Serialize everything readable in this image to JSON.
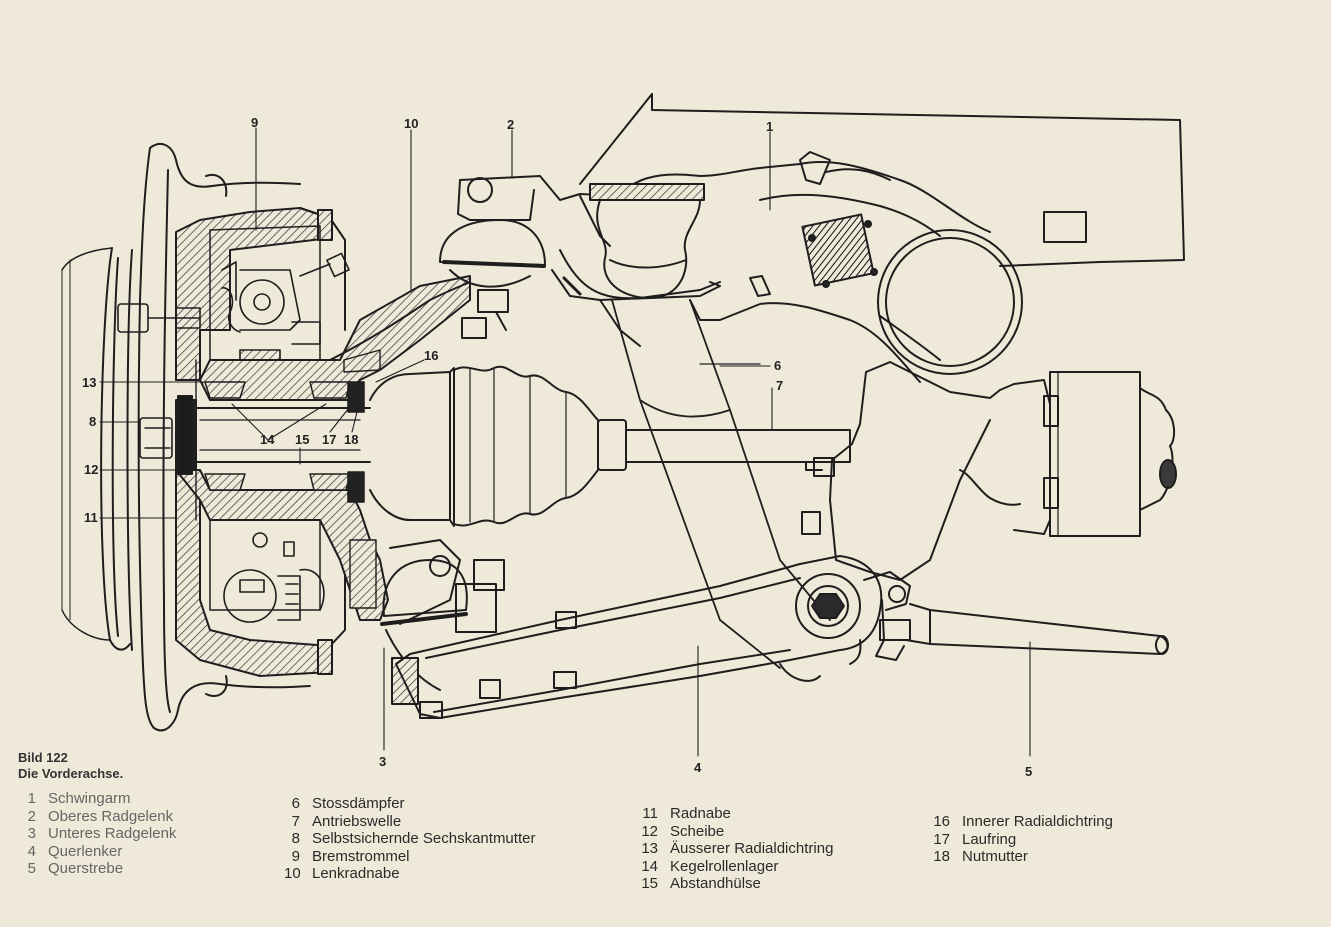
{
  "diagram": {
    "callouts": [
      {
        "id": "9",
        "label": "9"
      },
      {
        "id": "10",
        "label": "10"
      },
      {
        "id": "2",
        "label": "2"
      },
      {
        "id": "1",
        "label": "1"
      },
      {
        "id": "16",
        "label": "16"
      },
      {
        "id": "6",
        "label": "6"
      },
      {
        "id": "7",
        "label": "7"
      },
      {
        "id": "13",
        "label": "13"
      },
      {
        "id": "8",
        "label": "8"
      },
      {
        "id": "14",
        "label": "14"
      },
      {
        "id": "15",
        "label": "15"
      },
      {
        "id": "17",
        "label": "17"
      },
      {
        "id": "18",
        "label": "18"
      },
      {
        "id": "12",
        "label": "12"
      },
      {
        "id": "11",
        "label": "11"
      },
      {
        "id": "3",
        "label": "3"
      },
      {
        "id": "4",
        "label": "4"
      },
      {
        "id": "5",
        "label": "5"
      }
    ]
  },
  "caption": {
    "figure_number": "Bild 122",
    "title": "Die Vorderachse."
  },
  "legend": {
    "columns": [
      [
        {
          "num": "1",
          "text": "Schwingarm"
        },
        {
          "num": "2",
          "text": "Oberes Radgelenk"
        },
        {
          "num": "3",
          "text": "Unteres Radgelenk"
        },
        {
          "num": "4",
          "text": "Querlenker"
        },
        {
          "num": "5",
          "text": "Querstrebe"
        }
      ],
      [
        {
          "num": "6",
          "text": "Stossdämpfer"
        },
        {
          "num": "7",
          "text": "Antriebswelle"
        },
        {
          "num": "8",
          "text": "Selbstsichernde Sechskantmutter"
        },
        {
          "num": "9",
          "text": "Bremstrommel"
        },
        {
          "num": "10",
          "text": "Lenkradnabe"
        }
      ],
      [
        {
          "num": "11",
          "text": "Radnabe"
        },
        {
          "num": "12",
          "text": "Scheibe"
        },
        {
          "num": "13",
          "text": "Äusserer Radialdichtring"
        },
        {
          "num": "14",
          "text": "Kegelrollenlager"
        },
        {
          "num": "15",
          "text": "Abstandhülse"
        }
      ],
      [
        {
          "num": "16",
          "text": "Innerer Radialdichtring"
        },
        {
          "num": "17",
          "text": "Laufring"
        },
        {
          "num": "18",
          "text": "Nutmutter"
        }
      ]
    ]
  }
}
